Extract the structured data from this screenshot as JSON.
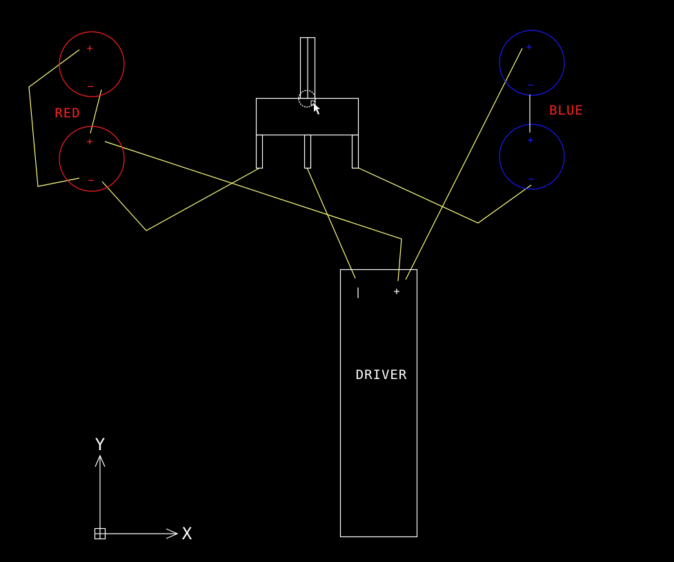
{
  "colors": {
    "background": "#000000",
    "red": "#ff2020",
    "blue": "#1a1aff",
    "wire": "#ffff80",
    "outline": "#ffffff"
  },
  "labels": {
    "red": "RED",
    "blue": "BLUE",
    "driver": "DRIVER"
  },
  "terminals": {
    "plus": "+",
    "minus": "−",
    "driver_minus": "|",
    "driver_plus": "+"
  },
  "ucs": {
    "x_label": "X",
    "y_label": "Y"
  }
}
